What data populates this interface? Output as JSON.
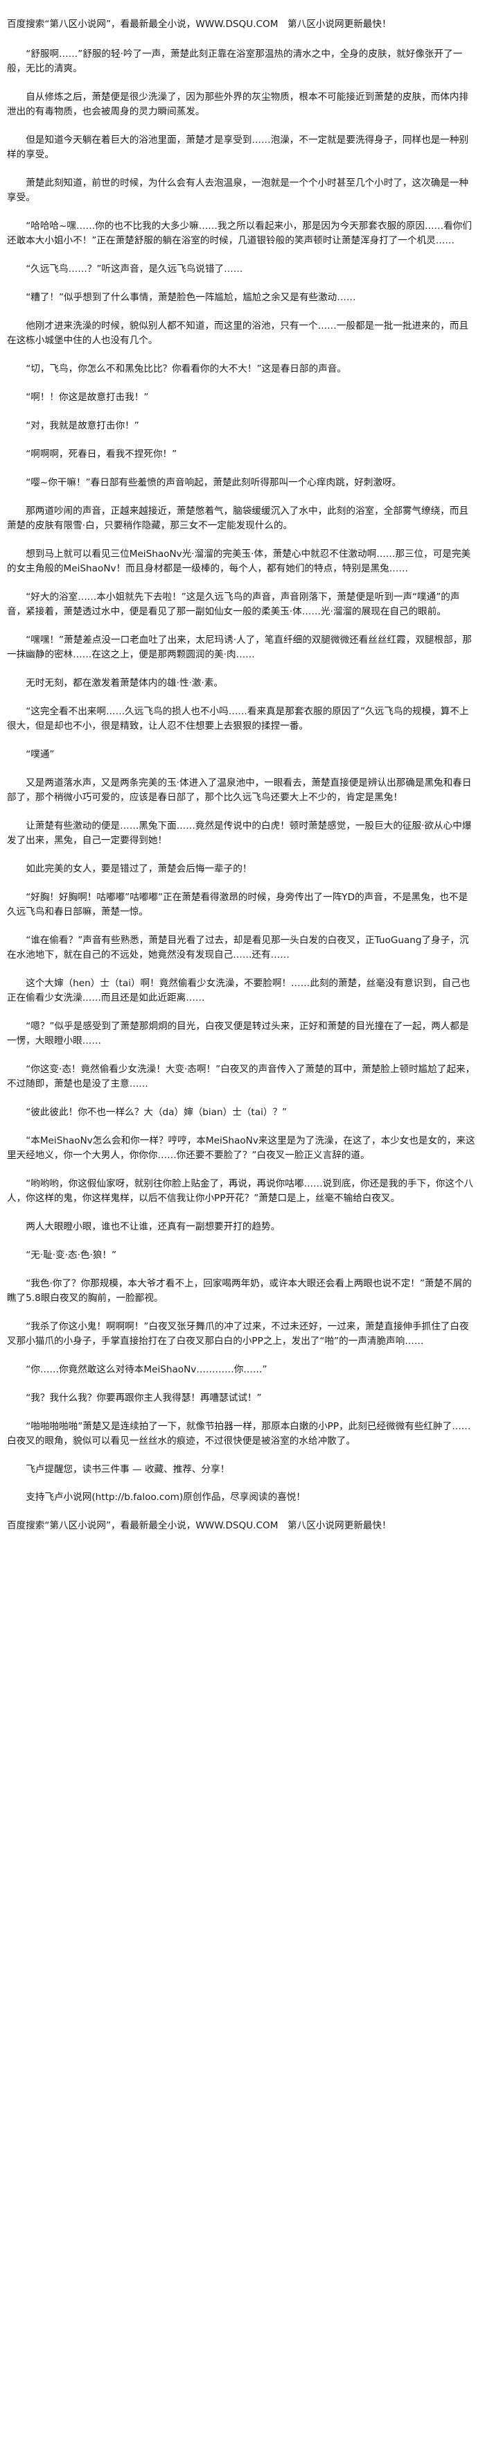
{
  "banner": "百度搜索“第八区小说网”，看最新最全小说，WWW.DSQU.COM　第八区小说网更新最快！",
  "paragraphs": [
    "“舒服啊……”舒服的轻·吟了一声，萧楚此刻正靠在浴室那温热的清水之中，全身的皮肤，就好像张开了一般，无比的清爽。",
    "自从修炼之后，萧楚便是很少洗澡了，因为那些外界的灰尘物质，根本不可能接近到萧楚的皮肤，而体内排泄出的有毒物质，也会被周身的灵力瞬间蒸发。",
    "但是知道今天躺在着巨大的浴池里面，萧楚才是享受到……泡澡，不一定就是要洗得身子，同样也是一种别样的享受。",
    "萧楚此刻知道，前世的时候，为什么会有人去泡温泉，一泡就是一个个小时甚至几个小时了，这次确是一种享受。",
    "“哈哈哈~嘿……你的也不比我的大多少嘛……我之所以看起来小，那是因为今天那套衣服的原因……看你们还敢本大小姐小不！”正在萧楚舒服的躺在浴室的时候，几道银铃般的笑声顿时让萧楚浑身打了一个机灵……",
    "“久远飞鸟……？”听这声音，是久远飞鸟说错了……",
    "“糟了！”似乎想到了什么事情，萧楚脸色一阵尴尬，尴尬之余又是有些激动……",
    "他刚才进来洗澡的时候，貌似别人都不知道，而这里的浴池，只有一个……一般都是一批一批进来的，而且在这栋小城堡中住的人也没有几个。",
    "“切，飞鸟，你怎么不和黑兔比比？你看看你的大不大！”这是春日部的声音。",
    "“啊！！你这是故意打击我！”",
    "“对，我就是故意打击你！”",
    "“啊啊啊，死春日，看我不捏死你！”",
    "“嘤~你干嘛！”春日部有些羞愤的声音响起，萧楚此刻听得那叫一个心痒肉跳，好刺激呀。",
    "那两道吵闹的声音，正越来越接近，萧楚憋着气，脑袋缓缓沉入了水中，此刻的浴室，全部雾气缭绕，而且萧楚的皮肤有限雪·白，只要稍作隐藏，那三女不一定能发现什么的。",
    "想到马上就可以看见三位MeiShaoNv光·溜溜的完美玉·体，萧楚心中就忍不住激动啊……那三位，可是完美的女主角般的MeiShaoNv！而且身材都是一级棒的，每个人，都有她们的特点，特别是黑兔……",
    "“好大的浴室……本小姐就先下去啦！”这是久远飞鸟的声音，声音刚落下，萧楚便是听到一声“噗通”的声音，紧接着，萧楚透过水中，便是看见了那一副如仙女一般的柔美玉·体……光·溜溜的展现在自己的眼前。",
    "“嘿嘿！”萧楚差点没一口老血吐了出来，太尼玛诱·人了，笔直纤细的双腿微微还看丝丝红霞，双腿根部，那一抹幽静的密林……在这之上，便是那两颗圆润的美·肉……",
    "无时无刻，都在激发着萧楚体内的雄·性·激·素。",
    "“这完全看不出来啊……久远飞鸟的损人也不小吗……看来真是那套衣服的原因了”久远飞鸟的规模，算不上很大，但是却也不小，很是精致，让人忍不住想要上去狠狠的揉捏一番。",
    "“噗通”",
    "又是两道落水声，又是两条完美的玉·体进入了温泉池中，一眼看去，萧楚直接便是辨认出那确是黑兔和春日部了，那个稍微小巧可爱的，应该是春日部了，那个比久远飞鸟还要大上不少的，肯定是黑兔！",
    "让萧楚有些激动的便是……黑兔下面……竟然是传说中的白虎！顿时萧楚感觉，一股巨大的征服·欲从心中爆发了出来，黑兔，自己一定要得到她！",
    "如此完美的女人，要是错过了，萧楚会后悔一辈子的！",
    "“好胸！好胸啊！咕嘟嘟”咕嘟嘟”正在萧楚看得激昂的时候，身旁传出了一阵YD的声音，不是黑兔，也不是久远飞鸟和春日部嘛，萧楚一惊。",
    "“谁在偷看？”声音有些熟悉，萧楚目光看了过去，却是看见那一头白发的白夜叉，正TuoGuang了身子，沉在水池地下，就在自己的不远处，她竟然没有发现自己……还有……",
    "这个大婶（hen）士（tai）啊！竟然偷看少女洗澡，不要脸啊！……此刻的萧楚，丝毫没有意识到，自己也正在偷看少女洗澡……而且还是如此近距离……",
    "“嗯？”似乎是感受到了萧楚那炯炯的目光，白夜叉便是转过头来，正好和萧楚的目光撞在了一起，两人都是一愣，大眼瞪小眼……",
    "“你这变·态！竟然偷看少女洗澡！大变·态啊！”白夜叉的声音传入了萧楚的耳中，萧楚脸上顿时尴尬了起来，不过随即，萧楚也是没了主意……",
    "“彼此彼此！你不也一样么？大（da）婶（bian）士（tai）？”",
    "“本MeiShaoNv怎么会和你一样？哼哼，本MeiShaoNv来这里是为了洗澡，在这了，本少女也是女的，来这里天经地义，你一个大男人，你你你……你还要不要脸了？”白夜叉一脸正义言辞的道。",
    "“哟哟哟，你这假仙家呀，就别往你脸上贴金了，再说，再说你咕嘟……说到底，你还是我的手下，你这个八人，你这样的鬼，你这样鬼样，以后不信我让你小PP开花？”萧楚口是上，丝毫不输给白夜叉。",
    "两人大眼瞪小眼，谁也不让谁，还真有一副想要开打的趋势。",
    "“无·耻·变·态·色·狼！”",
    "“我色·你了？你那规模，本大爷才看不上，回家喝两年奶，或许本大眼还会看上两眼也说不定！”萧楚不屑的瞧了5.8眼白夜叉的胸前，一脸鄙视。",
    "“我杀了你这小鬼！啊啊啊！”白夜叉张牙舞爪的冲了过来，不过未还好，一过来，萧楚直接伸手抓住了白夜叉那小猫爪的小身子，手掌直接抬打在了白夜叉那白白的小PP之上，发出了“啪”的一声清脆声响……",
    "“你……你竟然敢这么对待本MeiShaoNv…………你……”",
    "“我？我什么我？你要再跟你主人我得瑟！再嘈瑟试试！”",
    "“啪啪啪啪啪”萧楚又是连续拍了一下，就像节拍器一样，那原本白嫩的小PP，此刻已经微微有些红肿了……白夜叉的眼角，貌似可以看见一丝丝水的痕迹，不过很快便是被浴室的水给冲散了。"
  ],
  "footer_note": "飞卢提醒您，读书三件事 — 收藏、推荐、分享！",
  "support_line": "支持飞卢小说网(http://b.faloo.com)原创作品，尽享阅读的喜悦！"
}
